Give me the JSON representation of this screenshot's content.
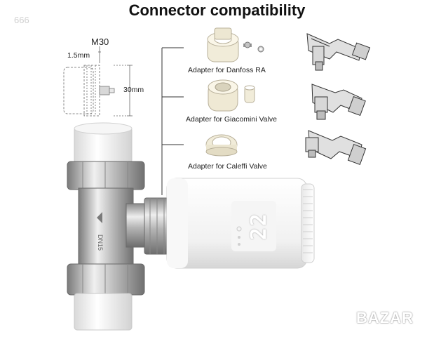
{
  "title": "Connector compatibility",
  "watermark_top": "666",
  "dimensions": {
    "thread": "M30",
    "thread_pitch": "1.5mm",
    "height": "30mm"
  },
  "adapters": [
    {
      "label": "Adapter for Danfoss RA"
    },
    {
      "label": "Adapter for Giacomini Valve"
    },
    {
      "label": "Adapter for Caleffi Valve"
    }
  ],
  "display": {
    "value": "22"
  },
  "watermark_brand": "BAZAR",
  "colors": {
    "metal": "#c9c9c9",
    "plastic": "#f4f4f4",
    "adapter": "#f1ecd9",
    "led": "#ffffff",
    "display_bg": "#2a2a2a"
  }
}
